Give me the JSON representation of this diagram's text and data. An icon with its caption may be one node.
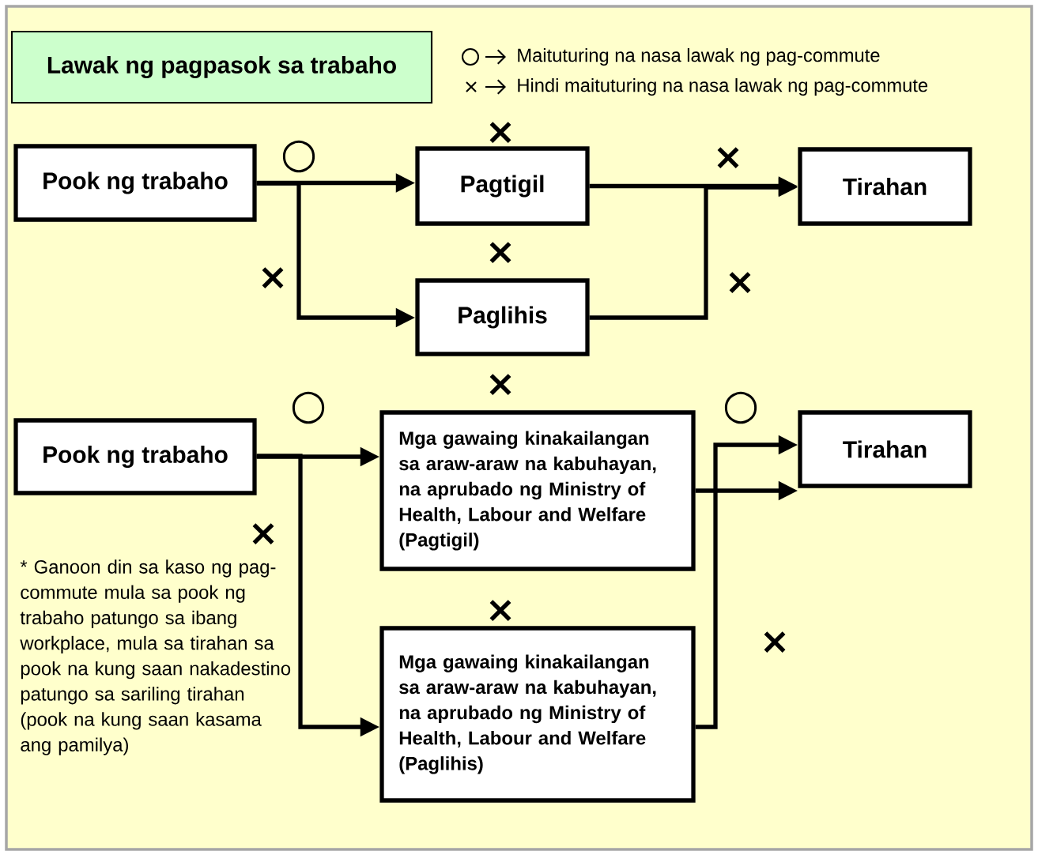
{
  "diagram": {
    "nodes": [
      {
        "text": [
          "Lawak ng pagpasok sa trabaho"
        ]
      },
      {
        "text": [
          "Pook ng trabaho"
        ]
      },
      {
        "text": [
          "Pagtigil"
        ]
      },
      {
        "text": [
          "Tirahan"
        ]
      },
      {
        "text": [
          "Paglihis"
        ]
      },
      {
        "text": [
          "Pook ng trabaho"
        ]
      },
      {
        "text": [
          "Mga gawaing kinakailangan sa araw-araw na kabuhayan, na aprubado ng Ministry of Health, Labour and Welfare (Pagtigil)"
        ]
      },
      {
        "text": [
          "Tirahan"
        ]
      },
      {
        "text": [
          "Mga gawaing kinakailangan sa araw-araw na kabuhayan, na aprubado ng Ministry of Health, Labour and Welfare (Paglihis)"
        ]
      }
    ],
    "edges": [
      {
        "from": 1,
        "to": 2,
        "arrow": "to"
      },
      {
        "from": 1,
        "to": 4,
        "arrow": "to"
      },
      {
        "from": 2,
        "to": 3,
        "arrow": "to"
      },
      {
        "from": 4,
        "to": 3,
        "arrow": "to"
      },
      {
        "from": 5,
        "to": 6,
        "arrow": "to"
      },
      {
        "from": 5,
        "to": 8,
        "arrow": "to"
      },
      {
        "from": 6,
        "to": 7,
        "arrow": "to"
      },
      {
        "from": 8,
        "to": 7,
        "arrow": "to"
      }
    ],
    "labels": [
      "×",
      "○",
      "×",
      "×",
      "×",
      "×",
      "×",
      "○",
      "○",
      "×",
      "* Ganoon din sa kaso ng pag-commute mula sa pook ng trabaho patungo sa ibang workplace, mula sa tirahan sa pook na kung saan nakadestino patungo sa sariling tirahan (pook na kung saan kasama ang pamilya)",
      "×",
      "×"
    ],
    "legend": [
      {
        "text": "Maituturing na nasa lawak ng pag-commute"
      },
      {
        "text": "Hindi maituturing na nasa lawak ng pag-commute"
      }
    ]
  }
}
